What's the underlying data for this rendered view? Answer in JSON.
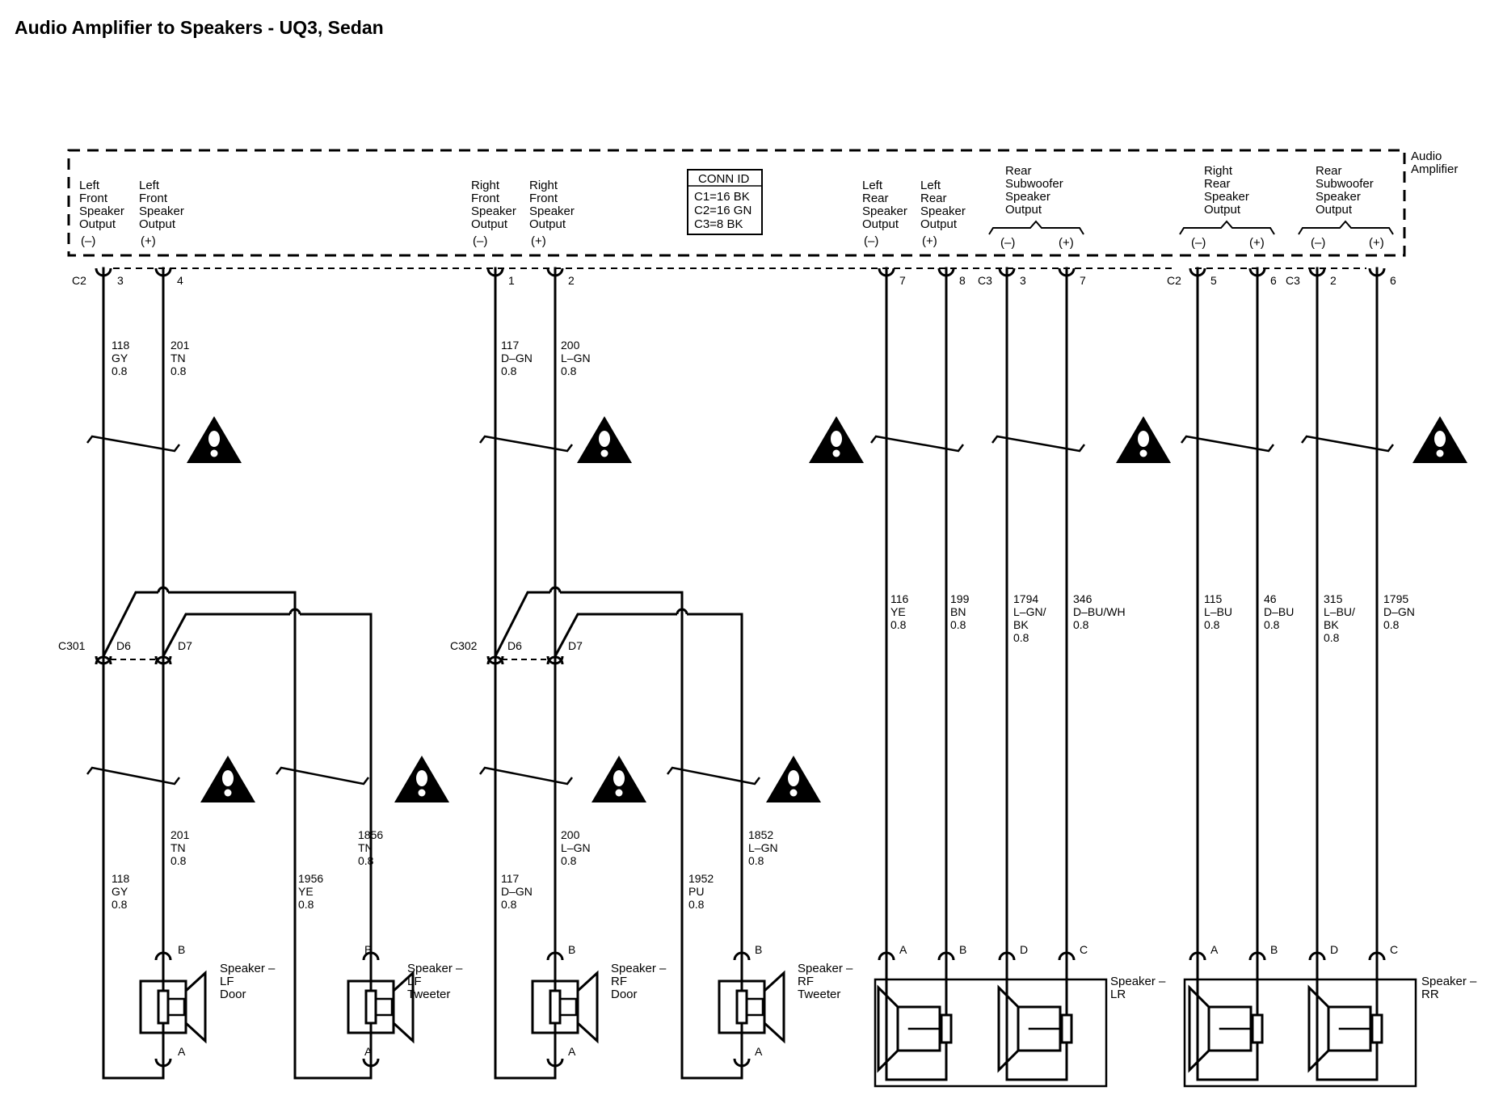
{
  "title": "Audio Amplifier to Speakers - UQ3, Sedan",
  "colors": {
    "line": "#000000",
    "background": "#ffffff"
  },
  "amplifier": {
    "name": [
      "Audio",
      "Amplifier"
    ],
    "conn_id": {
      "header": "CONN ID",
      "lines": [
        "C1=16 BK",
        "C2=16 GN",
        "C3=8 BK"
      ]
    },
    "outputs": [
      {
        "id": "lf-neg",
        "label": [
          "Left",
          "Front",
          "Speaker",
          "Output"
        ],
        "pol": "(–)"
      },
      {
        "id": "lf-pos",
        "label": [
          "Left",
          "Front",
          "Speaker",
          "Output"
        ],
        "pol": "(+)"
      },
      {
        "id": "rf-neg",
        "label": [
          "Right",
          "Front",
          "Speaker",
          "Output"
        ],
        "pol": "(–)"
      },
      {
        "id": "rf-pos",
        "label": [
          "Right",
          "Front",
          "Speaker",
          "Output"
        ],
        "pol": "(+)"
      },
      {
        "id": "lr-neg",
        "label": [
          "Left",
          "Rear",
          "Speaker",
          "Output"
        ],
        "pol": "(–)"
      },
      {
        "id": "lr-pos",
        "label": [
          "Left",
          "Rear",
          "Speaker",
          "Output"
        ],
        "pol": "(+)"
      },
      {
        "id": "sub1-neg",
        "label": [],
        "pol": "(–)"
      },
      {
        "id": "sub1-pos",
        "label": [],
        "pol": "(+)"
      },
      {
        "id": "rr-neg",
        "label": [],
        "pol": "(–)"
      },
      {
        "id": "rr-pos",
        "label": [],
        "pol": "(+)"
      },
      {
        "id": "sub2-neg",
        "label": [],
        "pol": "(–)"
      },
      {
        "id": "sub2-pos",
        "label": [],
        "pol": "(+)"
      }
    ],
    "group_labels": [
      {
        "id": "sub1",
        "lines": [
          "Rear",
          "Subwoofer",
          "Speaker",
          "Output"
        ]
      },
      {
        "id": "rr",
        "lines": [
          "Right",
          "Rear",
          "Speaker",
          "Output"
        ]
      },
      {
        "id": "sub2",
        "lines": [
          "Rear",
          "Subwoofer",
          "Speaker",
          "Output"
        ]
      }
    ],
    "connectors": [
      {
        "id": "c2-lf",
        "text": "C2"
      },
      {
        "id": "c3-sub1",
        "text": "C3"
      },
      {
        "id": "c2-rr",
        "text": "C2"
      },
      {
        "id": "c3-sub2",
        "text": "C3"
      }
    ],
    "pins": [
      "3",
      "4",
      "1",
      "2",
      "7",
      "8",
      "3",
      "7",
      "5",
      "6",
      "2",
      "6"
    ]
  },
  "inline_connectors": [
    {
      "id": "c301",
      "name": "C301",
      "pins": [
        "D6",
        "D7"
      ]
    },
    {
      "id": "c302",
      "name": "C302",
      "pins": [
        "D6",
        "D7"
      ]
    }
  ],
  "wire_labels": {
    "upper_front": [
      {
        "lines": [
          "118",
          "GY",
          "0.8"
        ]
      },
      {
        "lines": [
          "201",
          "TN",
          "0.8"
        ]
      },
      {
        "lines": [
          "117",
          "D–GN",
          "0.8"
        ]
      },
      {
        "lines": [
          "200",
          "L–GN",
          "0.8"
        ]
      }
    ],
    "rear": [
      {
        "lines": [
          "116",
          "YE",
          "0.8"
        ]
      },
      {
        "lines": [
          "199",
          "BN",
          "0.8"
        ]
      },
      {
        "lines": [
          "1794",
          "L–GN/",
          "BK",
          "0.8"
        ]
      },
      {
        "lines": [
          "346",
          "D–BU/WH",
          "0.8"
        ]
      },
      {
        "lines": [
          "115",
          "L–BU",
          "0.8"
        ]
      },
      {
        "lines": [
          "46",
          "D–BU",
          "0.8"
        ]
      },
      {
        "lines": [
          "315",
          "L–BU/",
          "BK",
          "0.8"
        ]
      },
      {
        "lines": [
          "1795",
          "D–GN",
          "0.8"
        ]
      }
    ],
    "lower_front": [
      {
        "lines": [
          "118",
          "GY",
          "0.8"
        ]
      },
      {
        "lines": [
          "201",
          "TN",
          "0.8"
        ]
      },
      {
        "lines": [
          "1956",
          "YE",
          "0.8"
        ]
      },
      {
        "lines": [
          "1856",
          "TN",
          "0.8"
        ]
      },
      {
        "lines": [
          "117",
          "D–GN",
          "0.8"
        ]
      },
      {
        "lines": [
          "200",
          "L–GN",
          "0.8"
        ]
      },
      {
        "lines": [
          "1952",
          "PU",
          "0.8"
        ]
      },
      {
        "lines": [
          "1852",
          "L–GN",
          "0.8"
        ]
      }
    ]
  },
  "speakers": {
    "front": [
      {
        "id": "lf-door",
        "lines": [
          "Speaker –",
          "LF",
          "Door"
        ],
        "pin_top": "B",
        "pin_bottom": "A"
      },
      {
        "id": "lf-tweeter",
        "lines": [
          "Speaker –",
          "LF",
          "Tweeter"
        ],
        "pin_top": "B",
        "pin_bottom": "A"
      },
      {
        "id": "rf-door",
        "lines": [
          "Speaker –",
          "RF",
          "Door"
        ],
        "pin_top": "B",
        "pin_bottom": "A"
      },
      {
        "id": "rf-tweeter",
        "lines": [
          "Speaker –",
          "RF",
          "Tweeter"
        ],
        "pin_top": "B",
        "pin_bottom": "A"
      }
    ],
    "rear": [
      {
        "id": "lr",
        "lines": [
          "Speaker –",
          "LR"
        ],
        "pins": [
          "A",
          "B",
          "D",
          "C"
        ]
      },
      {
        "id": "rr",
        "lines": [
          "Speaker –",
          "RR"
        ],
        "pins": [
          "A",
          "B",
          "D",
          "C"
        ]
      }
    ]
  },
  "icons": {
    "caution": "caution-triangle-icon",
    "twist": "twisted-pair-icon",
    "speaker": "speaker-icon"
  }
}
